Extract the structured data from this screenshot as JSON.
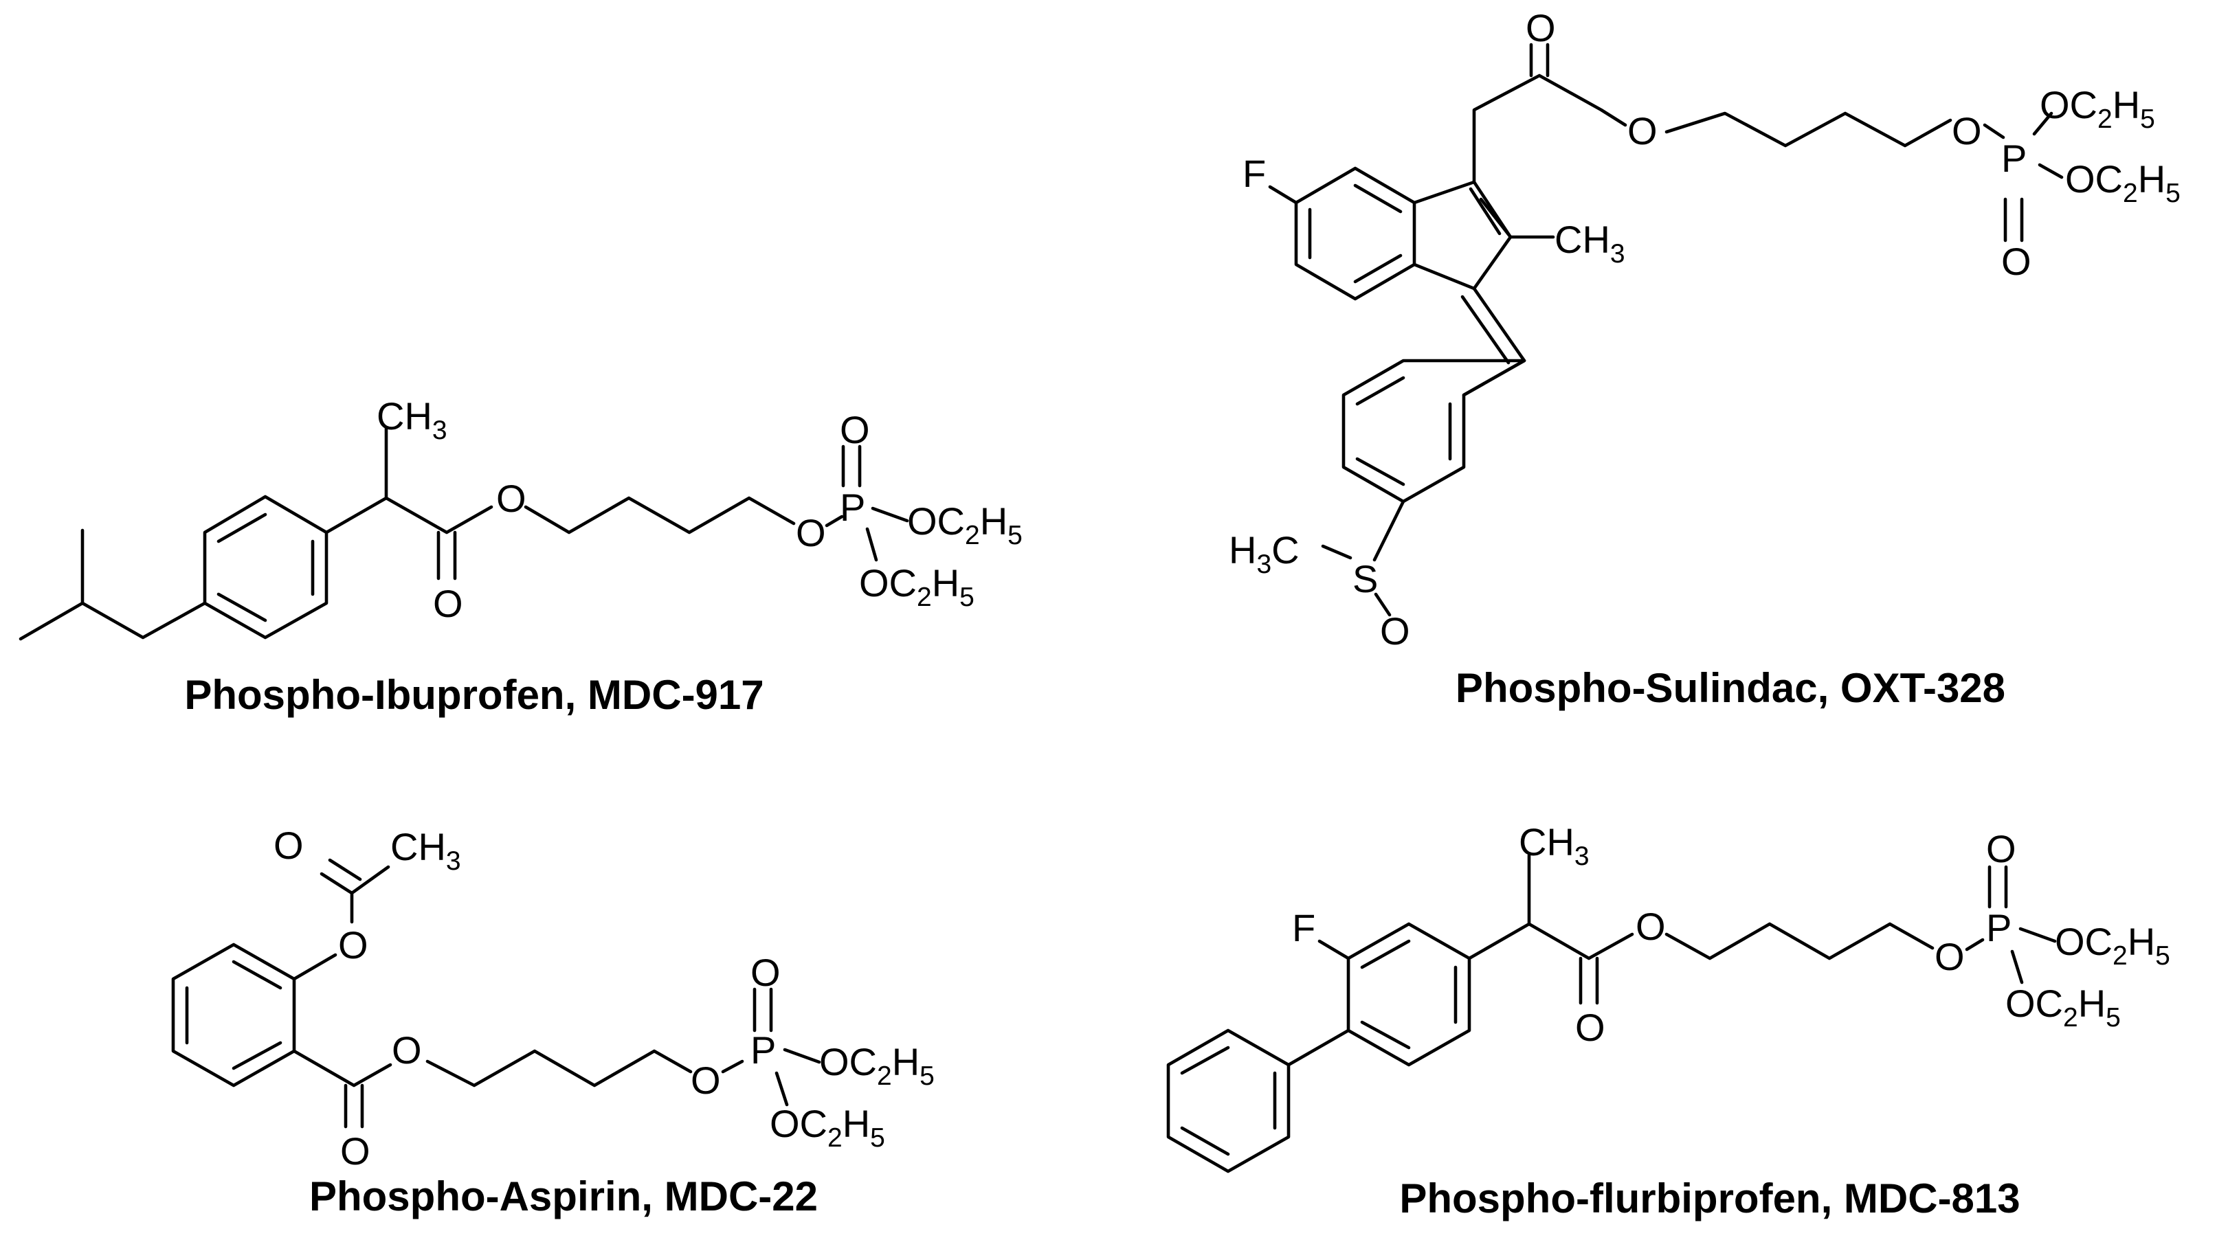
{
  "compounds": {
    "ibuprofen": {
      "name": "Phospho-Ibuprofen, MDC-917",
      "atoms": {
        "ch3": "CH",
        "ch3_sub": "3",
        "o_carbonyl": "O",
        "o_ester": "O",
        "o_link": "O",
        "p": "P",
        "p_o": "O",
        "oet1": "OC",
        "oet1_sub": "2",
        "oet1_h": "H",
        "oet1_h_sub": "5",
        "oet2": "OC",
        "oet2_sub": "2",
        "oet2_h": "H",
        "oet2_h_sub": "5"
      }
    },
    "sulindac": {
      "name": "Phospho-Sulindac, OXT-328",
      "atoms": {
        "f": "F",
        "ch3": "CH",
        "ch3_sub": "3",
        "h3c_h": "H",
        "h3c_sub": "3",
        "h3c_c": "C",
        "s": "S",
        "so_o": "O",
        "o_carbonyl": "O",
        "o_ester": "O",
        "o_link": "O",
        "p": "P",
        "p_o": "O",
        "oet1": "OC",
        "oet1_sub": "2",
        "oet1_h": "H",
        "oet1_h_sub": "5",
        "oet2": "OC",
        "oet2_sub": "2",
        "oet2_h": "H",
        "oet2_h_sub": "5"
      }
    },
    "aspirin": {
      "name": "Phospho-Aspirin, MDC-22",
      "atoms": {
        "acetyl_o": "O",
        "ch3": "CH",
        "ch3_sub": "3",
        "o_acetoxy": "O",
        "o_carbonyl": "O",
        "o_ester": "O",
        "o_link": "O",
        "p": "P",
        "p_o": "O",
        "oet1": "OC",
        "oet1_sub": "2",
        "oet1_h": "H",
        "oet1_h_sub": "5",
        "oet2": "OC",
        "oet2_sub": "2",
        "oet2_h": "H",
        "oet2_h_sub": "5"
      }
    },
    "flurbiprofen": {
      "name": "Phospho-flurbiprofen, MDC-813",
      "atoms": {
        "f": "F",
        "ch3": "CH",
        "ch3_sub": "3",
        "o_carbonyl": "O",
        "o_ester": "O",
        "o_link": "O",
        "p": "P",
        "p_o": "O",
        "oet1": "OC",
        "oet1_sub": "2",
        "oet1_h": "H",
        "oet1_h_sub": "5",
        "oet2": "OC",
        "oet2_sub": "2",
        "oet2_h": "H",
        "oet2_h_sub": "5"
      }
    }
  }
}
